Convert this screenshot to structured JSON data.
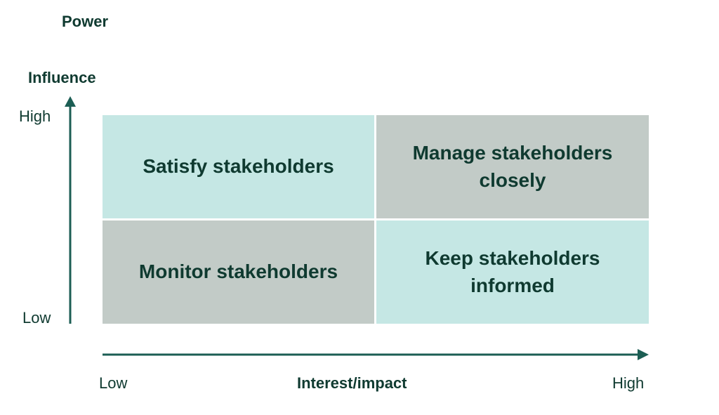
{
  "y_axis": {
    "title_line1": "Power",
    "title_line2": "Influence",
    "high_label": "High",
    "low_label": "Low"
  },
  "x_axis": {
    "title": "Interest/impact",
    "low_label": "Low",
    "high_label": "High"
  },
  "quadrants": {
    "top_left": "Satisfy stakeholders",
    "top_right": "Manage stakeholders closely",
    "bottom_left": "Monitor stakeholders",
    "bottom_right": "Keep stakeholders informed"
  },
  "colors": {
    "text": "#0f3a30",
    "axis": "#1c5e54",
    "quadrant_teal": "#c5e7e4",
    "quadrant_gray": "#c2cbc7"
  }
}
